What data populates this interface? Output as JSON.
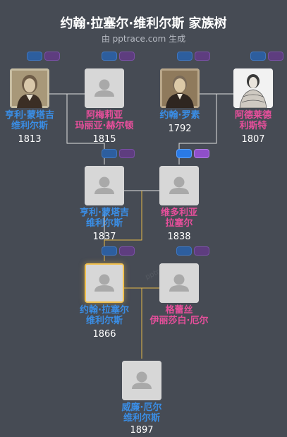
{
  "header": {
    "title": "约翰·拉塞尔·维利尔斯 家族树",
    "subtitle": "由 pptrace.com 生成"
  },
  "watermark": "pptrace",
  "colors": {
    "background": "#464b54",
    "male": "#3a8ee6",
    "female": "#e84f9c",
    "line": "#e0e0e0",
    "path_line": "#e6b847",
    "selected_border": "#f2c14e"
  },
  "people": [
    {
      "id": "p1",
      "name": "亨利·蒙塔吉\n维利尔斯",
      "year": "1813",
      "sex": "m",
      "photo": "portrait-photo"
    },
    {
      "id": "p2",
      "name": "阿梅莉亚\n玛丽亚·赫尔顿",
      "year": "1815",
      "sex": "f",
      "photo": "placeholder"
    },
    {
      "id": "p3",
      "name": "约翰·罗素",
      "year": "1792",
      "sex": "m",
      "photo": "portrait-photo"
    },
    {
      "id": "p4",
      "name": "阿德莱德\n利斯特",
      "year": "1807",
      "sex": "f",
      "photo": "portrait-drawing"
    },
    {
      "id": "p5",
      "name": "亨利·蒙塔吉\n维利尔斯",
      "year": "1837",
      "sex": "m",
      "photo": "placeholder"
    },
    {
      "id": "p6",
      "name": "维多利亚\n拉塞尔",
      "year": "1838",
      "sex": "f",
      "photo": "placeholder"
    },
    {
      "id": "p7",
      "name": "约翰·拉塞尔\n维利尔斯",
      "year": "1866",
      "sex": "m",
      "photo": "placeholder",
      "selected": true
    },
    {
      "id": "p8",
      "name": "格蕾丝\n伊丽莎白·厄尔",
      "year": "",
      "sex": "f",
      "photo": "placeholder"
    },
    {
      "id": "p9",
      "name": "威廉·厄尔\n维利尔斯",
      "year": "1897",
      "sex": "m",
      "photo": "placeholder"
    }
  ]
}
